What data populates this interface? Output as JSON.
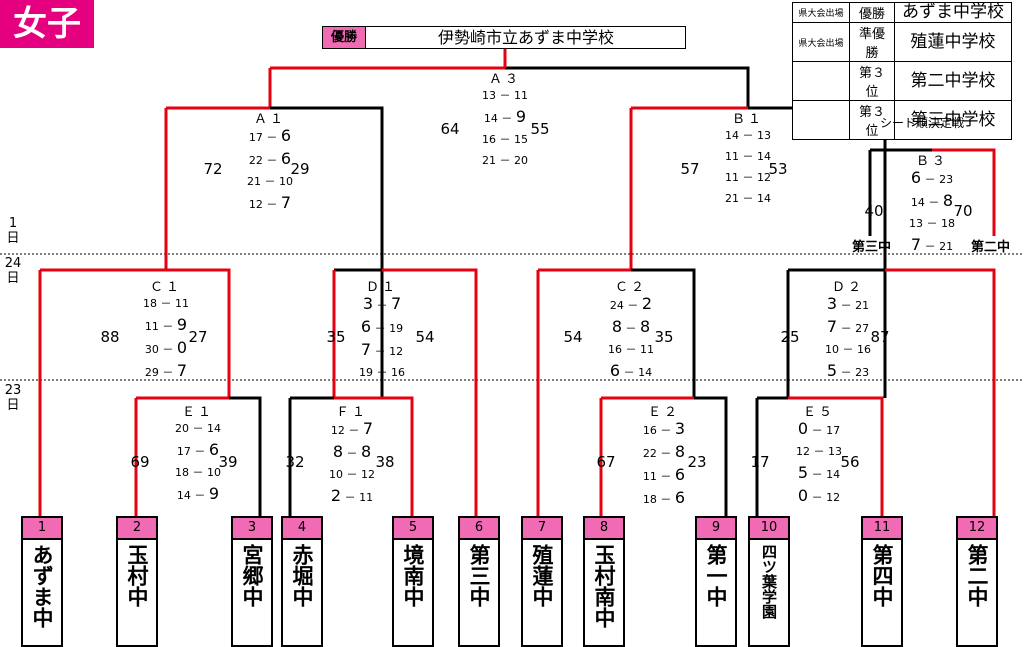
{
  "header": {
    "category": "女子"
  },
  "champion": {
    "label": "優勝",
    "name": "伊勢崎市立あずま中学校"
  },
  "results": [
    {
      "tag": "県大会出場",
      "rank": "優勝",
      "team": "あずま中学校"
    },
    {
      "tag": "県大会出場",
      "rank": "準優勝",
      "team": "殖蓮中学校"
    },
    {
      "tag": "",
      "rank": "第３位",
      "team": "第二中学校"
    },
    {
      "tag": "",
      "rank": "第３位",
      "team": "第三中学校"
    }
  ],
  "days": {
    "d1": [
      "1",
      "日"
    ],
    "d24": [
      "24",
      "日"
    ],
    "d23": [
      "23",
      "日"
    ]
  },
  "seed_title": "シード順決定戦",
  "seed_sides": {
    "left": "第三中",
    "right": "第二中"
  },
  "teams": [
    {
      "no": "1",
      "name": "あずま中"
    },
    {
      "no": "2",
      "name": "玉村中"
    },
    {
      "no": "3",
      "name": "宮郷中"
    },
    {
      "no": "4",
      "name": "赤堀中"
    },
    {
      "no": "5",
      "name": "境南中"
    },
    {
      "no": "6",
      "name": "第三中"
    },
    {
      "no": "7",
      "name": "殖蓮中"
    },
    {
      "no": "8",
      "name": "玉村南中"
    },
    {
      "no": "9",
      "name": "第一中"
    },
    {
      "no": "10",
      "name": "四ツ葉学園"
    },
    {
      "no": "11",
      "name": "第四中"
    },
    {
      "no": "12",
      "name": "第二中"
    }
  ],
  "matches": {
    "A3": {
      "label": "Ａ３",
      "left_total": "64",
      "right_total": "55",
      "sets": [
        [
          "13",
          "11"
        ],
        [
          "14",
          "9"
        ],
        [
          "16",
          "15"
        ],
        [
          "21",
          "20"
        ]
      ]
    },
    "A1": {
      "label": "Ａ１",
      "left_total": "72",
      "right_total": "29",
      "sets": [
        [
          "17",
          "6"
        ],
        [
          "22",
          "6"
        ],
        [
          "21",
          "10"
        ],
        [
          "12",
          "7"
        ]
      ]
    },
    "B1": {
      "label": "Ｂ１",
      "left_total": "57",
      "right_total": "53",
      "sets": [
        [
          "14",
          "13"
        ],
        [
          "11",
          "14"
        ],
        [
          "11",
          "12"
        ],
        [
          "21",
          "14"
        ]
      ]
    },
    "B3": {
      "label": "Ｂ３",
      "left_total": "40",
      "right_total": "70",
      "sets": [
        [
          "6",
          "23"
        ],
        [
          "14",
          "8"
        ],
        [
          "13",
          "18"
        ],
        [
          "7",
          "21"
        ]
      ]
    },
    "C1": {
      "label": "Ｃ１",
      "left_total": "88",
      "right_total": "27",
      "sets": [
        [
          "18",
          "11"
        ],
        [
          "11",
          "9"
        ],
        [
          "30",
          "0"
        ],
        [
          "29",
          "7"
        ]
      ]
    },
    "D1": {
      "label": "Ｄ１",
      "left_total": "35",
      "right_total": "54",
      "sets": [
        [
          "3",
          "7"
        ],
        [
          "6",
          "19"
        ],
        [
          "7",
          "12"
        ],
        [
          "19",
          "16"
        ]
      ]
    },
    "C2": {
      "label": "Ｃ２",
      "left_total": "54",
      "right_total": "35",
      "sets": [
        [
          "24",
          "2"
        ],
        [
          "8",
          "8"
        ],
        [
          "16",
          "11"
        ],
        [
          "6",
          "14"
        ]
      ]
    },
    "D2": {
      "label": "Ｄ２",
      "left_total": "25",
      "right_total": "87",
      "sets": [
        [
          "3",
          "21"
        ],
        [
          "7",
          "27"
        ],
        [
          "10",
          "16"
        ],
        [
          "5",
          "23"
        ]
      ]
    },
    "E1": {
      "label": "Ｅ１",
      "left_total": "69",
      "right_total": "39",
      "sets": [
        [
          "20",
          "14"
        ],
        [
          "17",
          "6"
        ],
        [
          "18",
          "10"
        ],
        [
          "14",
          "9"
        ]
      ]
    },
    "F1": {
      "label": "Ｆ１",
      "left_total": "32",
      "right_total": "38",
      "sets": [
        [
          "12",
          "7"
        ],
        [
          "8",
          "8"
        ],
        [
          "10",
          "12"
        ],
        [
          "2",
          "11"
        ]
      ]
    },
    "E2": {
      "label": "Ｅ２",
      "left_total": "67",
      "right_total": "23",
      "sets": [
        [
          "16",
          "3"
        ],
        [
          "22",
          "8"
        ],
        [
          "11",
          "6"
        ],
        [
          "18",
          "6"
        ]
      ]
    },
    "E5": {
      "label": "Ｅ５",
      "left_total": "17",
      "right_total": "56",
      "sets": [
        [
          "0",
          "17"
        ],
        [
          "12",
          "13"
        ],
        [
          "5",
          "14"
        ],
        [
          "0",
          "12"
        ]
      ]
    }
  },
  "colors": {
    "winner": "#e60012",
    "loser": "#000000",
    "accent": "#e4007f",
    "pink": "#f06ab4"
  }
}
